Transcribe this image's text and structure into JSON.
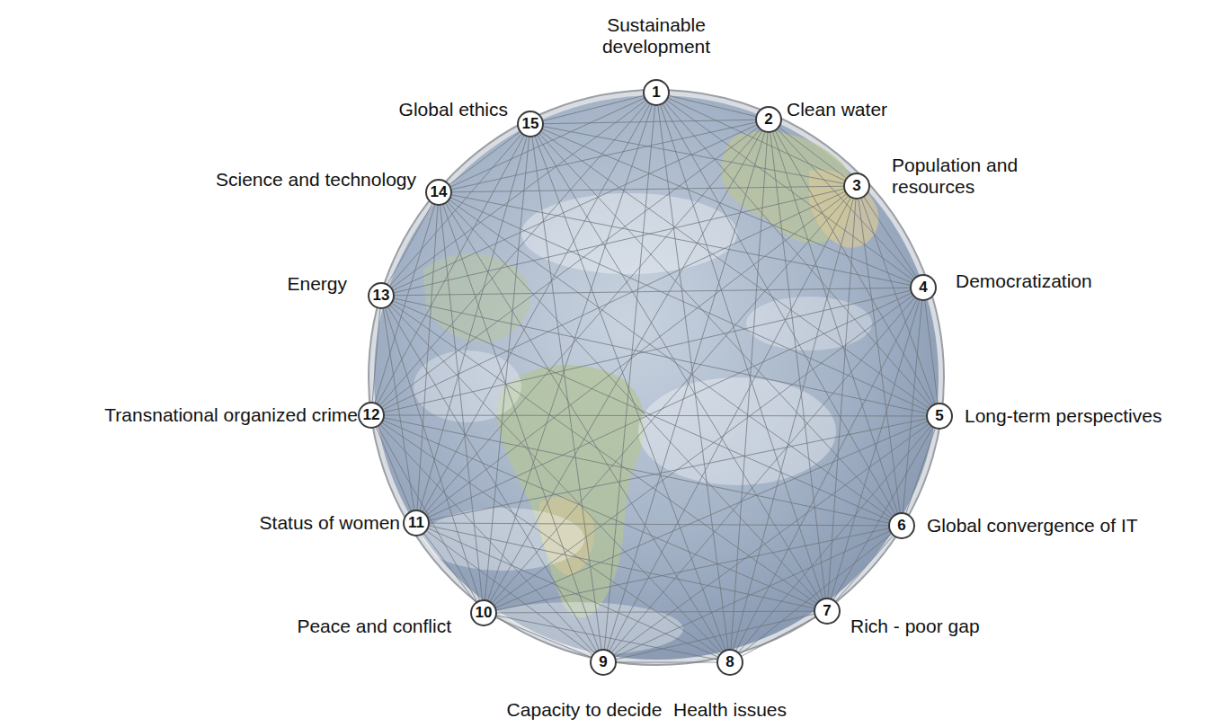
{
  "diagram": {
    "nodes": [
      {
        "text": [
          "1",
          "Sustainable development"
        ]
      },
      {
        "text": [
          "2",
          "Clean water"
        ]
      },
      {
        "text": [
          "3",
          "Population and resources"
        ]
      },
      {
        "text": [
          "4",
          "Democratization"
        ]
      },
      {
        "text": [
          "5",
          "Long-term perspectives"
        ]
      },
      {
        "text": [
          "6",
          "Global convergence of IT"
        ]
      },
      {
        "text": [
          "7",
          "Rich - poor gap"
        ]
      },
      {
        "text": [
          "8",
          "Health issues"
        ]
      },
      {
        "text": [
          "9",
          "Capacity to decide"
        ]
      },
      {
        "text": [
          "10",
          "Peace and conflict"
        ]
      },
      {
        "text": [
          "11",
          "Status of women"
        ]
      },
      {
        "text": [
          "12",
          "Transnational organized crime"
        ]
      },
      {
        "text": [
          "13",
          "Energy"
        ]
      },
      {
        "text": [
          "14",
          "Science and technology"
        ]
      },
      {
        "text": [
          "15",
          "Global ethics"
        ]
      }
    ],
    "edges": [
      {
        "from": 0,
        "to": 1,
        "arrow": "none"
      },
      {
        "from": 0,
        "to": 2,
        "arrow": "none"
      },
      {
        "from": 0,
        "to": 3,
        "arrow": "none"
      },
      {
        "from": 0,
        "to": 4,
        "arrow": "none"
      },
      {
        "from": 0,
        "to": 5,
        "arrow": "none"
      },
      {
        "from": 0,
        "to": 6,
        "arrow": "none"
      },
      {
        "from": 0,
        "to": 7,
        "arrow": "none"
      },
      {
        "from": 0,
        "to": 8,
        "arrow": "none"
      },
      {
        "from": 0,
        "to": 9,
        "arrow": "none"
      },
      {
        "from": 0,
        "to": 10,
        "arrow": "none"
      },
      {
        "from": 0,
        "to": 11,
        "arrow": "none"
      },
      {
        "from": 0,
        "to": 12,
        "arrow": "none"
      },
      {
        "from": 0,
        "to": 13,
        "arrow": "none"
      },
      {
        "from": 0,
        "to": 14,
        "arrow": "none"
      },
      {
        "from": 1,
        "to": 2,
        "arrow": "none"
      },
      {
        "from": 1,
        "to": 3,
        "arrow": "none"
      },
      {
        "from": 1,
        "to": 4,
        "arrow": "none"
      },
      {
        "from": 1,
        "to": 5,
        "arrow": "none"
      },
      {
        "from": 1,
        "to": 6,
        "arrow": "none"
      },
      {
        "from": 1,
        "to": 7,
        "arrow": "none"
      },
      {
        "from": 1,
        "to": 8,
        "arrow": "none"
      },
      {
        "from": 1,
        "to": 9,
        "arrow": "none"
      },
      {
        "from": 1,
        "to": 10,
        "arrow": "none"
      },
      {
        "from": 1,
        "to": 11,
        "arrow": "none"
      },
      {
        "from": 1,
        "to": 12,
        "arrow": "none"
      },
      {
        "from": 1,
        "to": 13,
        "arrow": "none"
      },
      {
        "from": 1,
        "to": 14,
        "arrow": "none"
      },
      {
        "from": 2,
        "to": 3,
        "arrow": "none"
      },
      {
        "from": 2,
        "to": 4,
        "arrow": "none"
      },
      {
        "from": 2,
        "to": 5,
        "arrow": "none"
      },
      {
        "from": 2,
        "to": 6,
        "arrow": "none"
      },
      {
        "from": 2,
        "to": 7,
        "arrow": "none"
      },
      {
        "from": 2,
        "to": 8,
        "arrow": "none"
      },
      {
        "from": 2,
        "to": 9,
        "arrow": "none"
      },
      {
        "from": 2,
        "to": 10,
        "arrow": "none"
      },
      {
        "from": 2,
        "to": 11,
        "arrow": "none"
      },
      {
        "from": 2,
        "to": 12,
        "arrow": "none"
      },
      {
        "from": 2,
        "to": 13,
        "arrow": "none"
      },
      {
        "from": 2,
        "to": 14,
        "arrow": "none"
      },
      {
        "from": 3,
        "to": 4,
        "arrow": "none"
      },
      {
        "from": 3,
        "to": 5,
        "arrow": "none"
      },
      {
        "from": 3,
        "to": 6,
        "arrow": "none"
      },
      {
        "from": 3,
        "to": 7,
        "arrow": "none"
      },
      {
        "from": 3,
        "to": 8,
        "arrow": "none"
      },
      {
        "from": 3,
        "to": 9,
        "arrow": "none"
      },
      {
        "from": 3,
        "to": 10,
        "arrow": "none"
      },
      {
        "from": 3,
        "to": 11,
        "arrow": "none"
      },
      {
        "from": 3,
        "to": 12,
        "arrow": "none"
      },
      {
        "from": 3,
        "to": 13,
        "arrow": "none"
      },
      {
        "from": 3,
        "to": 14,
        "arrow": "none"
      },
      {
        "from": 4,
        "to": 5,
        "arrow": "none"
      },
      {
        "from": 4,
        "to": 6,
        "arrow": "none"
      },
      {
        "from": 4,
        "to": 7,
        "arrow": "none"
      },
      {
        "from": 4,
        "to": 8,
        "arrow": "none"
      },
      {
        "from": 4,
        "to": 9,
        "arrow": "none"
      },
      {
        "from": 4,
        "to": 10,
        "arrow": "none"
      },
      {
        "from": 4,
        "to": 11,
        "arrow": "none"
      },
      {
        "from": 4,
        "to": 12,
        "arrow": "none"
      },
      {
        "from": 4,
        "to": 13,
        "arrow": "none"
      },
      {
        "from": 4,
        "to": 14,
        "arrow": "none"
      },
      {
        "from": 5,
        "to": 6,
        "arrow": "none"
      },
      {
        "from": 5,
        "to": 7,
        "arrow": "none"
      },
      {
        "from": 5,
        "to": 8,
        "arrow": "none"
      },
      {
        "from": 5,
        "to": 9,
        "arrow": "none"
      },
      {
        "from": 5,
        "to": 10,
        "arrow": "none"
      },
      {
        "from": 5,
        "to": 11,
        "arrow": "none"
      },
      {
        "from": 5,
        "to": 12,
        "arrow": "none"
      },
      {
        "from": 5,
        "to": 13,
        "arrow": "none"
      },
      {
        "from": 5,
        "to": 14,
        "arrow": "none"
      },
      {
        "from": 6,
        "to": 7,
        "arrow": "none"
      },
      {
        "from": 6,
        "to": 8,
        "arrow": "none"
      },
      {
        "from": 6,
        "to": 9,
        "arrow": "none"
      },
      {
        "from": 6,
        "to": 10,
        "arrow": "none"
      },
      {
        "from": 6,
        "to": 11,
        "arrow": "none"
      },
      {
        "from": 6,
        "to": 12,
        "arrow": "none"
      },
      {
        "from": 6,
        "to": 13,
        "arrow": "none"
      },
      {
        "from": 6,
        "to": 14,
        "arrow": "none"
      },
      {
        "from": 7,
        "to": 8,
        "arrow": "none"
      },
      {
        "from": 7,
        "to": 9,
        "arrow": "none"
      },
      {
        "from": 7,
        "to": 10,
        "arrow": "none"
      },
      {
        "from": 7,
        "to": 11,
        "arrow": "none"
      },
      {
        "from": 7,
        "to": 12,
        "arrow": "none"
      },
      {
        "from": 7,
        "to": 13,
        "arrow": "none"
      },
      {
        "from": 7,
        "to": 14,
        "arrow": "none"
      },
      {
        "from": 8,
        "to": 9,
        "arrow": "none"
      },
      {
        "from": 8,
        "to": 10,
        "arrow": "none"
      },
      {
        "from": 8,
        "to": 11,
        "arrow": "none"
      },
      {
        "from": 8,
        "to": 12,
        "arrow": "none"
      },
      {
        "from": 8,
        "to": 13,
        "arrow": "none"
      },
      {
        "from": 8,
        "to": 14,
        "arrow": "none"
      },
      {
        "from": 9,
        "to": 10,
        "arrow": "none"
      },
      {
        "from": 9,
        "to": 11,
        "arrow": "none"
      },
      {
        "from": 9,
        "to": 12,
        "arrow": "none"
      },
      {
        "from": 9,
        "to": 13,
        "arrow": "none"
      },
      {
        "from": 9,
        "to": 14,
        "arrow": "none"
      },
      {
        "from": 10,
        "to": 11,
        "arrow": "none"
      },
      {
        "from": 10,
        "to": 12,
        "arrow": "none"
      },
      {
        "from": 10,
        "to": 13,
        "arrow": "none"
      },
      {
        "from": 10,
        "to": 14,
        "arrow": "none"
      },
      {
        "from": 11,
        "to": 12,
        "arrow": "none"
      },
      {
        "from": 11,
        "to": 13,
        "arrow": "none"
      },
      {
        "from": 11,
        "to": 14,
        "arrow": "none"
      },
      {
        "from": 12,
        "to": 13,
        "arrow": "none"
      },
      {
        "from": 12,
        "to": 14,
        "arrow": "none"
      },
      {
        "from": 13,
        "to": 14,
        "arrow": "none"
      }
    ]
  }
}
